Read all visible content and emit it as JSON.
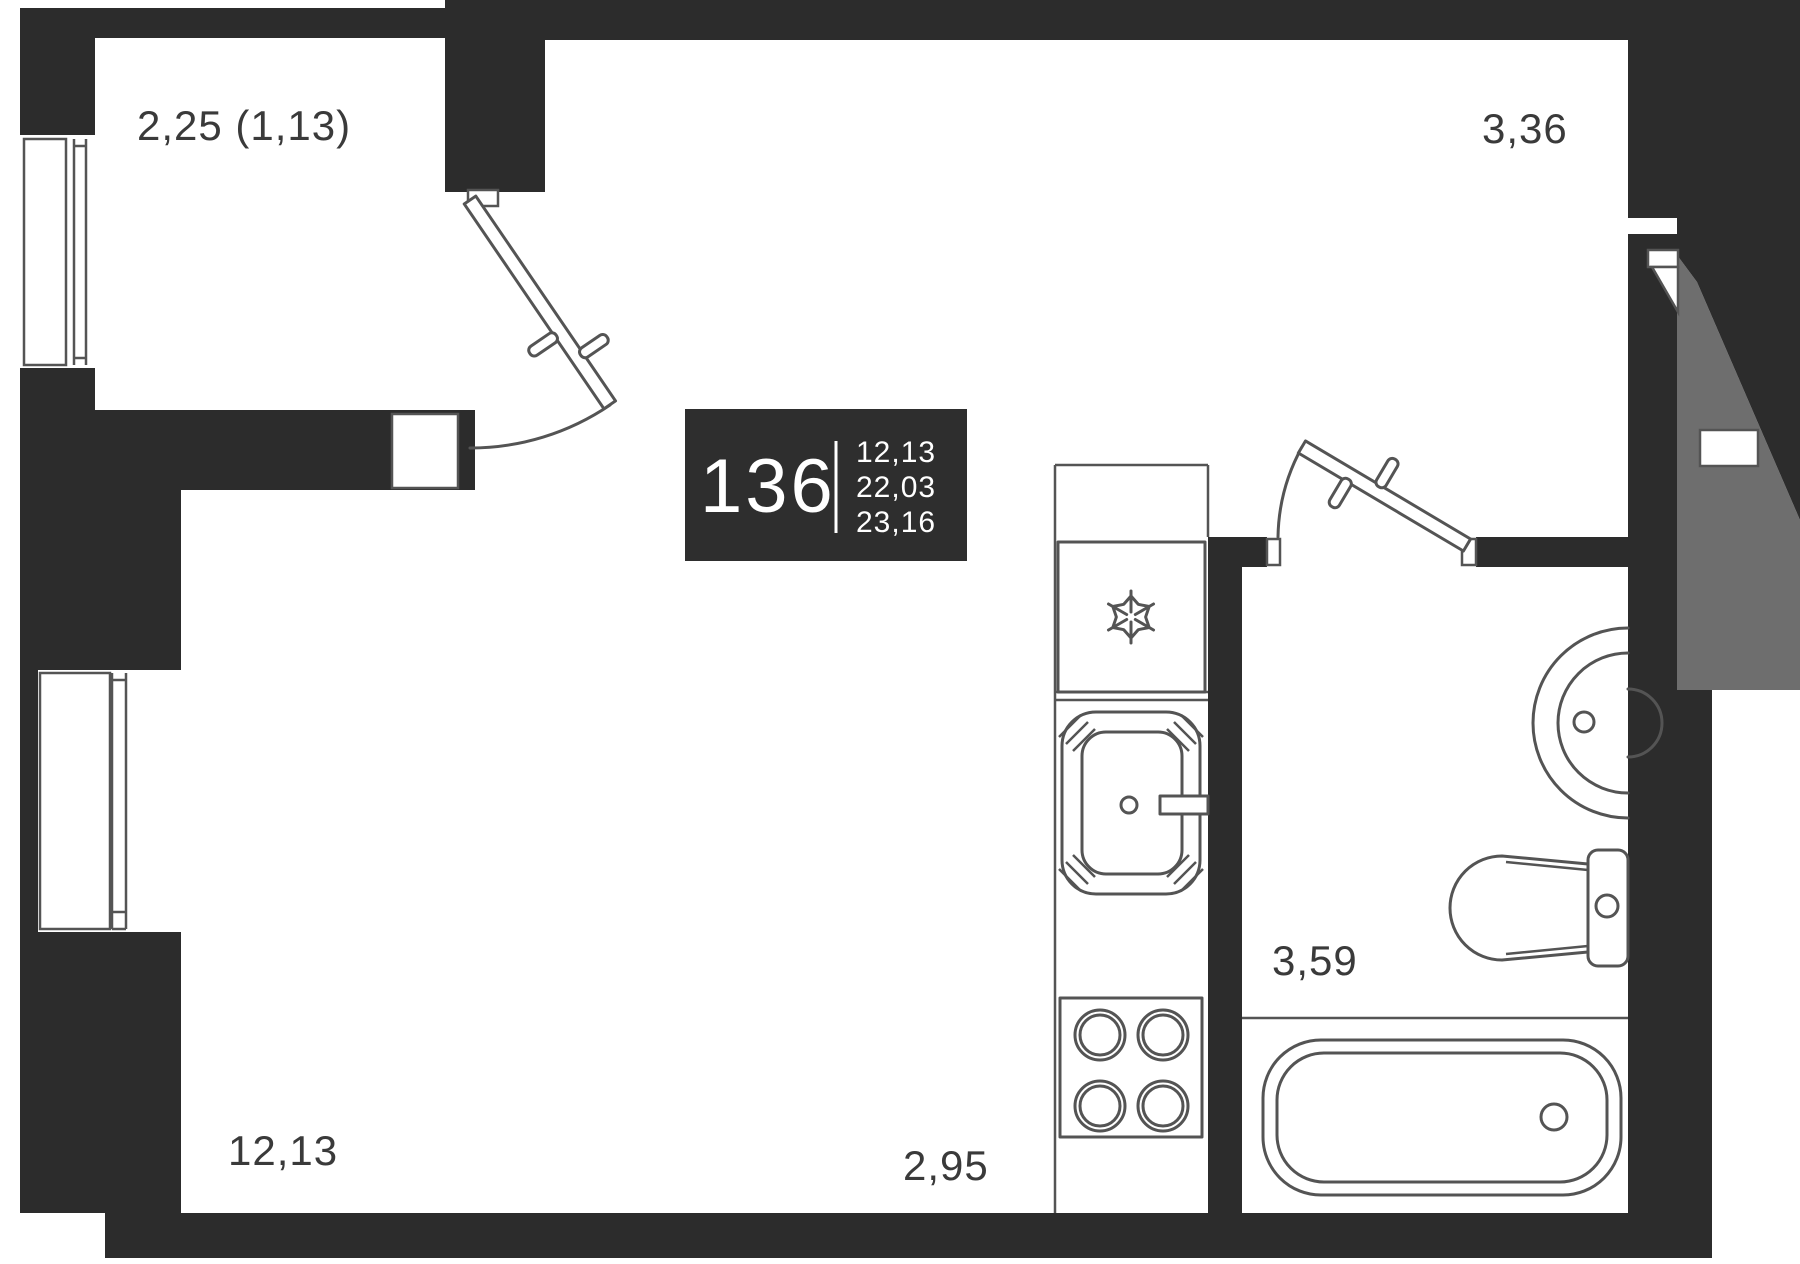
{
  "unit": {
    "number": "136",
    "areas": [
      "12,13",
      "22,03",
      "23,16"
    ]
  },
  "dimensions": {
    "balcony": "2,25 (1,13)",
    "hallway": "3,36",
    "bathroom": "3,59",
    "living_room": "12,13",
    "kitchen": "2,95"
  },
  "icons": {
    "fridge": "snowflake-icon"
  },
  "colors": {
    "wall": "#2c2c2c",
    "outline": "#545454",
    "label_text": "#3a3a3a",
    "badge_bg": "#2e2e2e",
    "badge_text": "#ffffff",
    "neighbor_area": "#6e6e6e",
    "background": "#ffffff"
  }
}
